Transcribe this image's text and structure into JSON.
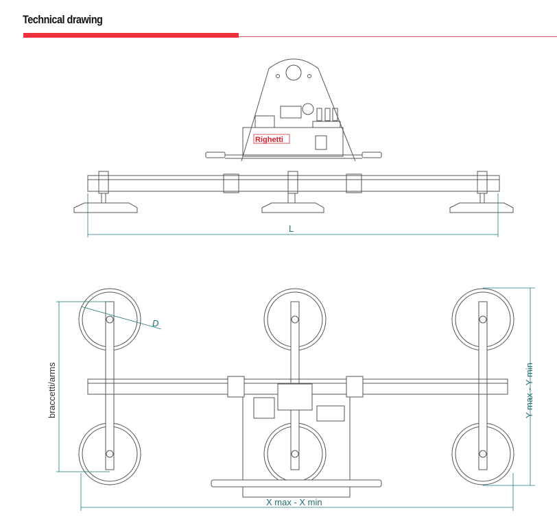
{
  "header": {
    "title": "Technical drawing"
  },
  "drawing": {
    "logo_text": "Righetti",
    "labels": {
      "length": "L",
      "diameter": "D",
      "arms": "braccetti/arms",
      "y_range": "Y max - Y min",
      "x_range": "X max - X min"
    },
    "colors": {
      "accent": "#f0323c",
      "dimension": "#1e7a7a",
      "line": "#444444"
    }
  }
}
